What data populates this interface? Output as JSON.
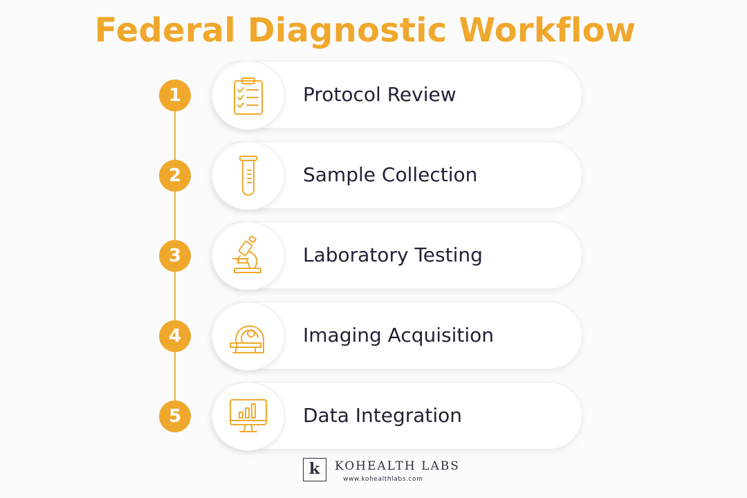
{
  "title": "Federal Diagnostic Workflow",
  "accent_color": "#efa82c",
  "steps": [
    {
      "number": "1",
      "label": "Protocol Review",
      "icon": "clipboard-checklist-icon"
    },
    {
      "number": "2",
      "label": "Sample Collection",
      "icon": "test-tube-icon"
    },
    {
      "number": "3",
      "label": "Laboratory Testing",
      "icon": "microscope-icon"
    },
    {
      "number": "4",
      "label": "Imaging Acquisition",
      "icon": "mri-scanner-icon"
    },
    {
      "number": "5",
      "label": "Data Integration",
      "icon": "monitor-chart-icon"
    }
  ],
  "footer": {
    "logo_letter": "k",
    "brand": "KOHEALTH LABS",
    "url": "www.kohealthlabs.com"
  }
}
